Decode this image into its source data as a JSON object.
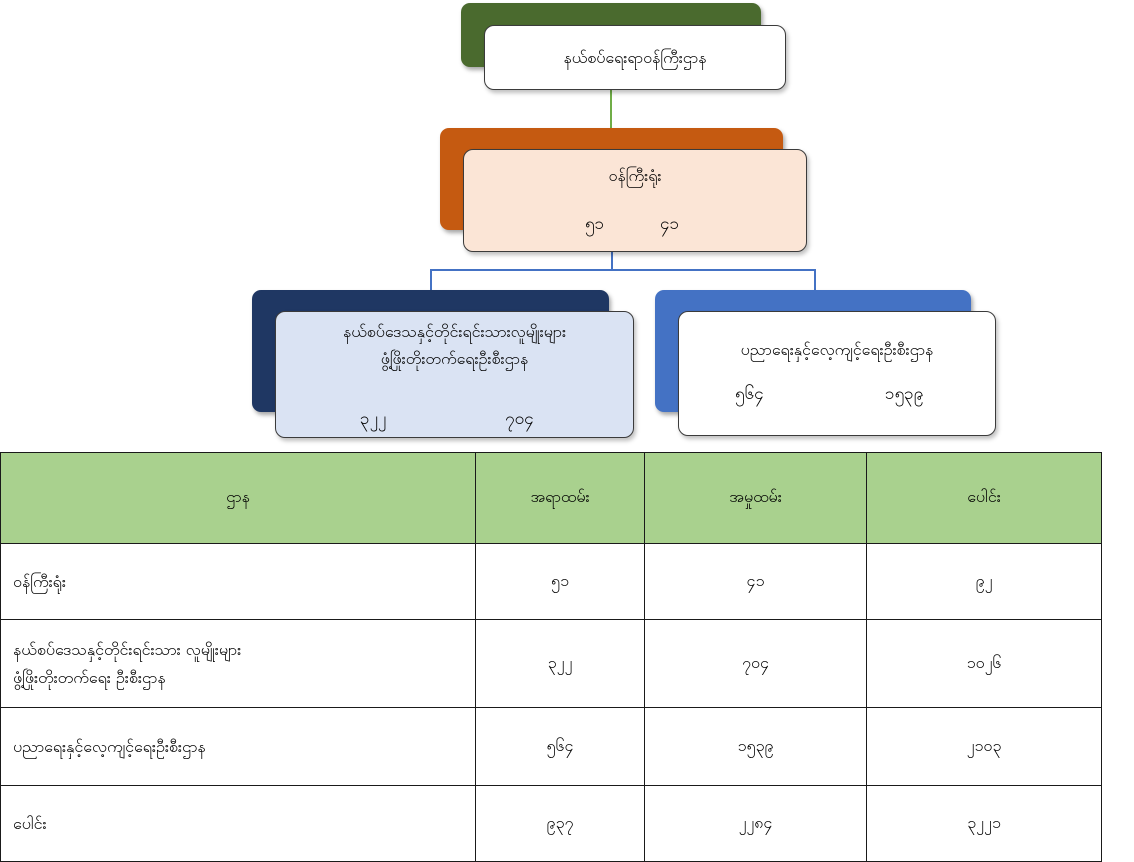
{
  "colors": {
    "top_back": "#4a6a2e",
    "top_front": "#ffffff",
    "mid_back": "#c55a11",
    "mid_front": "#fbe5d6",
    "left_back": "#1f3763",
    "left_front": "#dae3f3",
    "right_back": "#4472c4",
    "right_front": "#ffffff",
    "connector_green": "#70ad47",
    "connector_blue": "#4472c4",
    "table_header": "#a9d18e"
  },
  "org": {
    "top": {
      "title": "နယ်စပ်ရေးရာဝန်ကြီးဌာန"
    },
    "mid": {
      "title": "ဝန်ကြီးရုံး",
      "a": "၅၁",
      "b": "၄၁"
    },
    "left": {
      "line1": "နယ်စပ်ဒေသနှင့်တိုင်းရင်းသားလူမျိုးများ",
      "line2": "ဖွံ့ဖြိုးတိုးတက်ရေးဦးစီးဌာန",
      "a": "၃၂၂",
      "b": "၇၀၄"
    },
    "right": {
      "title": "ပညာရေးနှင့်လေ့ကျင့်ရေးဦးစီးဌာန",
      "a": "၅၆၄",
      "b": "၁၅၃၉"
    }
  },
  "table": {
    "headers": [
      "ဌာန",
      "အရာထမ်း",
      "အမှုထမ်း",
      "ပေါင်း"
    ],
    "rows": [
      {
        "dept": [
          "ဝန်ကြီးရုံး"
        ],
        "a": "၅၁",
        "b": "၄၁",
        "total": "၉၂"
      },
      {
        "dept": [
          "နယ်စပ်ဒေသနှင့်တိုင်းရင်းသား လူမျိုးများ",
          "ဖွံ့ဖြိုးတိုးတက်ရေး ဦးစီးဌာန"
        ],
        "a": "၃၂၂",
        "b": "၇၀၄",
        "total": "၁၀၂၆"
      },
      {
        "dept": [
          "ပညာရေးနှင့်လေ့ကျင့်ရေးဦးစီးဌာန"
        ],
        "a": "၅၆၄",
        "b": "၁၅၃၉",
        "total": "၂၁၀၃"
      },
      {
        "dept": [
          "ပေါင်း"
        ],
        "a": "၉၃၇",
        "b": "၂၂၈၄",
        "total": "၃၂၂၁"
      }
    ]
  }
}
